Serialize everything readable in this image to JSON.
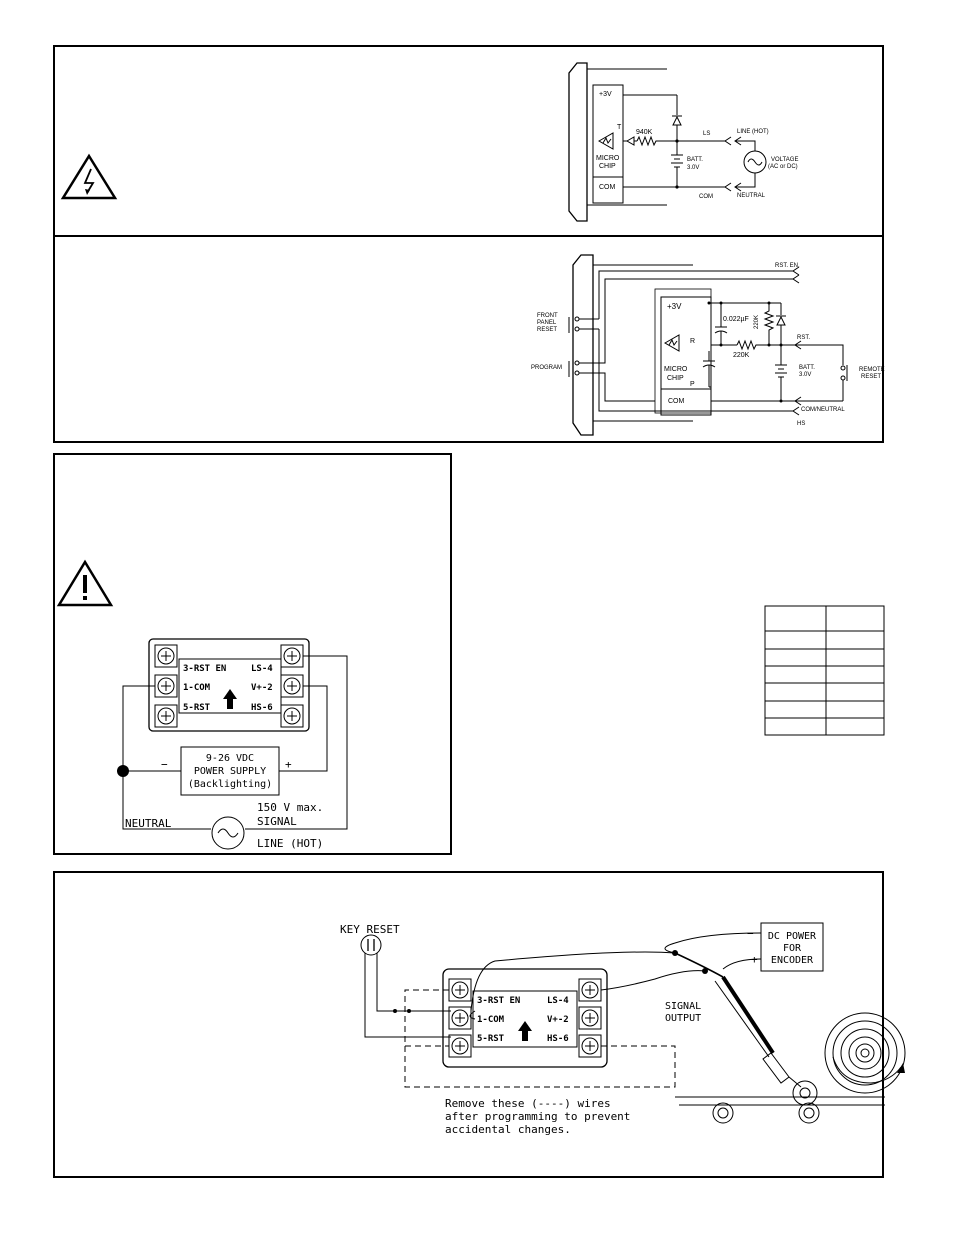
{
  "diagram1": {
    "chip_top": "+3V",
    "chip_name_1": "MICRO",
    "chip_name_2": "CHIP",
    "chip_bottom": "COM",
    "pin_t": "T",
    "resistor": "940K",
    "ls": "LS",
    "batt_1": "BATT.",
    "batt_2": "3.0V",
    "com": "COM",
    "line_hot": "LINE (HOT)",
    "voltage_1": "VOLTAGE",
    "voltage_2": "(AC or DC)",
    "neutral": "NEUTRAL"
  },
  "diagram2": {
    "rst_en": "RST. EN.",
    "front_1": "FRONT",
    "front_2": "PANEL",
    "front_3": "RESET",
    "program": "PROGRAM",
    "chip_top": "+3V",
    "pin_r": "R",
    "pin_p": "P",
    "chip_name_1": "MICRO",
    "chip_name_2": "CHIP",
    "chip_bottom": "COM",
    "cap": "0.022µF",
    "res_v": "220K",
    "res_h": "220K",
    "rst": "RST.",
    "batt_1": "BATT.",
    "batt_2": "3.0V",
    "remote_1": "REMOTE",
    "remote_2": "RESET",
    "com_neutral": "COM/NEUTRAL",
    "hs": "HS"
  },
  "diagram3": {
    "t_rst_en": "3-RST EN",
    "t_ls": "LS-4",
    "t_com": "1-COM",
    "t_v": "V+-2",
    "t_rst": "5-RST",
    "t_hs": "HS-6",
    "psu_1": "9-26 VDC",
    "psu_2": "POWER SUPPLY",
    "psu_3": "(Backlighting)",
    "minus": "−",
    "plus": "+",
    "neutral": "NEUTRAL",
    "sig_1": "150 V max.",
    "sig_2": "SIGNAL",
    "sig_3": "LINE (HOT)"
  },
  "diagram4": {
    "key_reset": "KEY RESET",
    "dc_1": "DC POWER",
    "dc_2": "FOR",
    "dc_3": "ENCODER",
    "minus": "−",
    "plus": "+",
    "signal_1": "SIGNAL",
    "signal_2": "OUTPUT",
    "t_rst_en": "3-RST EN",
    "t_ls": "LS-4",
    "t_com": "1-COM",
    "t_v": "V+-2",
    "t_rst": "5-RST",
    "t_hs": "HS-6",
    "note_1": "Remove these (----) wires",
    "note_2": "after programming to prevent",
    "note_3": "accidental changes."
  }
}
